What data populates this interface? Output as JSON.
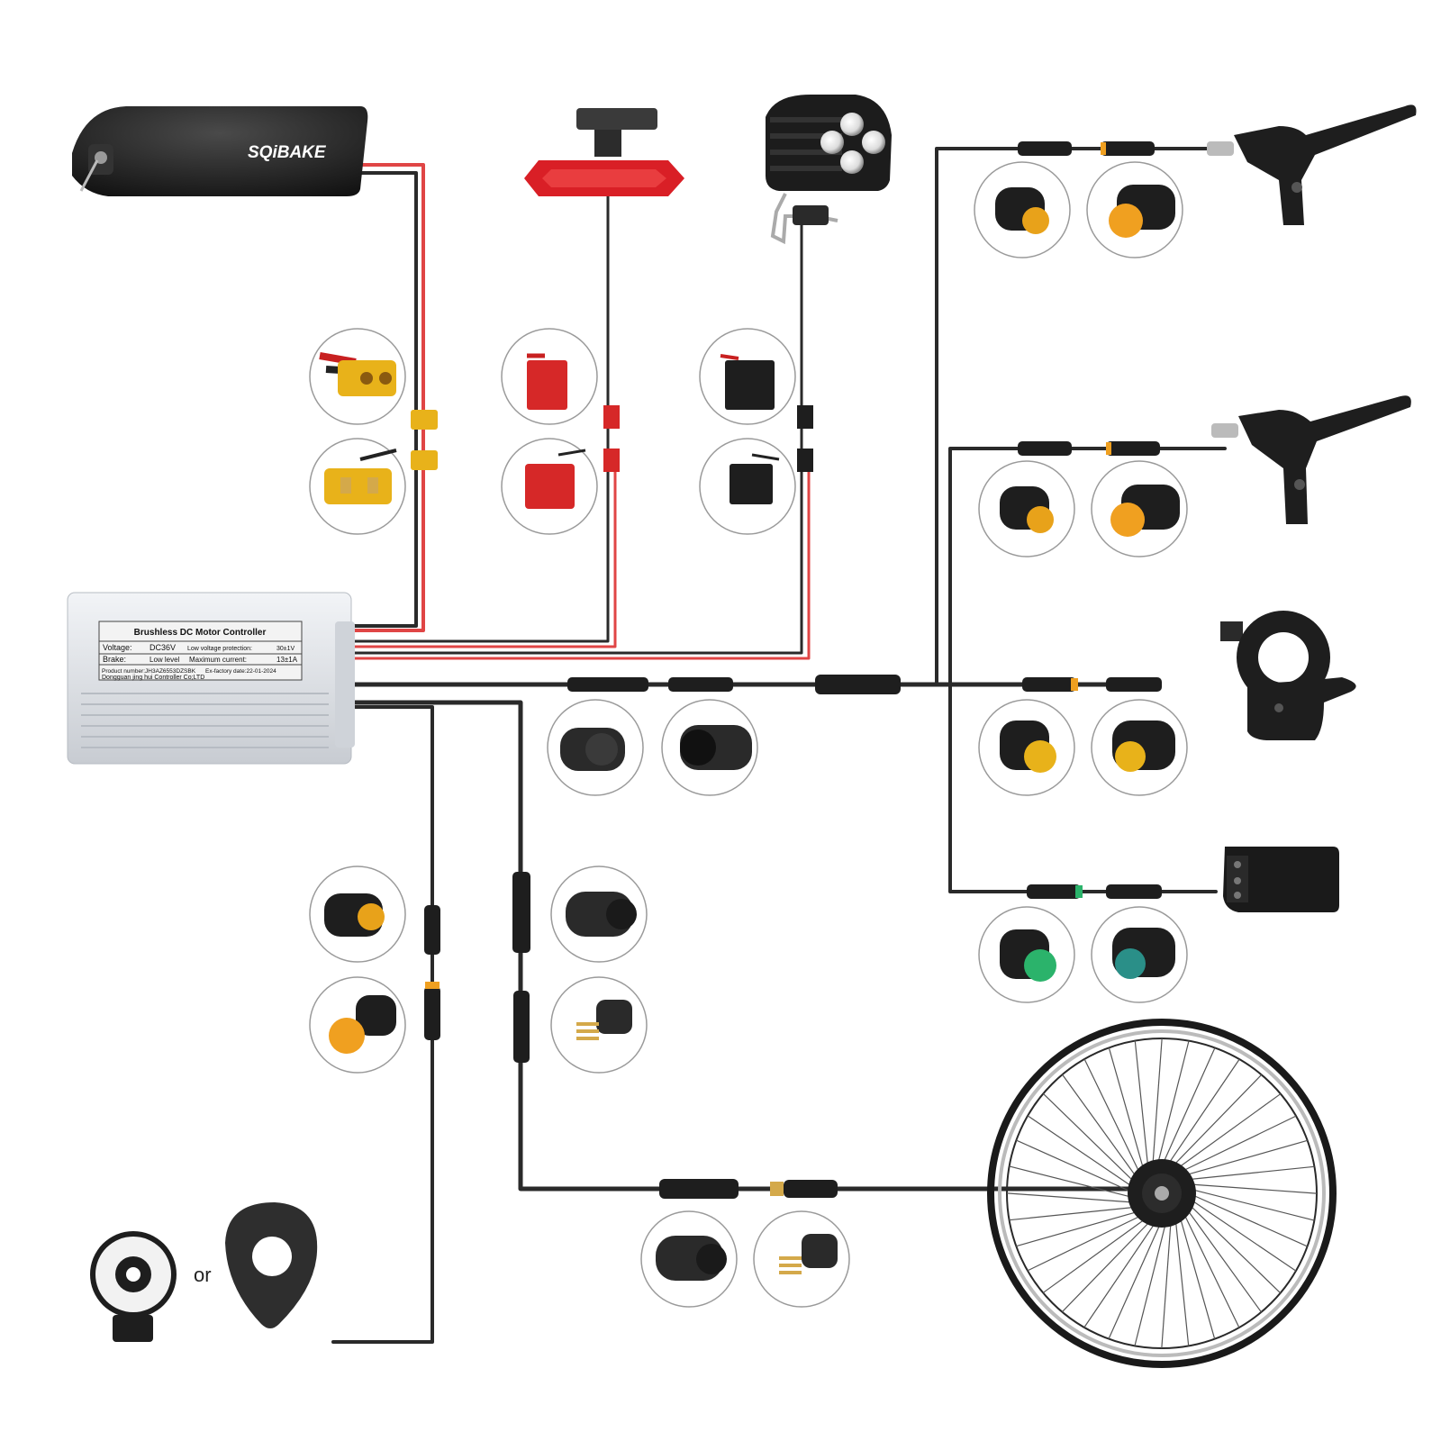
{
  "battery": {
    "brand": "SQiBAKE"
  },
  "controller": {
    "title": "Brushless DC Motor Controller",
    "voltage_label": "Voltage:",
    "voltage_value": "DC36V",
    "low_voltage_label": "Low voltage protection:",
    "low_voltage_value": "30±1V",
    "brake_label": "Brake:",
    "brake_value": "Low level",
    "max_current_label": "Maximum current:",
    "max_current_value": "13±1A",
    "product_number": "Product number:JH3AZ6553DZSBK",
    "factory_date": "Ex-factory date:22-01-2024",
    "manufacturer": "Dongguan jing hui Controller Co;LTD"
  },
  "pas_sensor": {
    "or_text": "or"
  },
  "colors": {
    "wire_black": "#2a2a2a",
    "wire_red": "#e04545",
    "xt60_yellow": "#e8b21a",
    "sm_red": "#d62828",
    "julet_orange": "#f0a020",
    "julet_green": "#2bb36b",
    "controller_silver": "#dfe3e8",
    "tail_light_red": "#d91f26"
  }
}
